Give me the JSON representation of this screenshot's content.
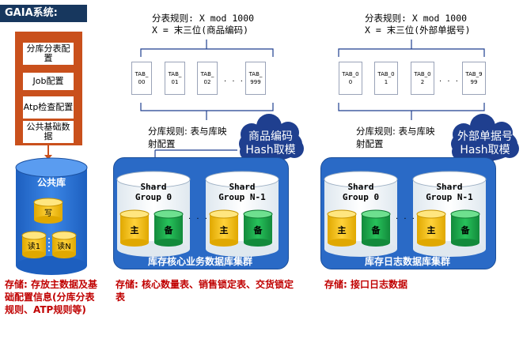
{
  "title": "GAIA系统:",
  "config_items": [
    "分库分表配置",
    "Job配置",
    "Atp检查配置",
    "公共基础数据"
  ],
  "public_db": {
    "label": "公共库",
    "write": "写",
    "read1": "读1",
    "readN": "读N"
  },
  "left": {
    "rule_line1": "分表规则: X mod 1000",
    "rule_line2": "X = 末三位(商品编码)",
    "tabs": [
      {
        "a": "TAB_",
        "b": "00"
      },
      {
        "a": "TAB_",
        "b": "01"
      },
      {
        "a": "TAB_",
        "b": "02"
      },
      {
        "a": "TAB_",
        "b": "999"
      }
    ],
    "map_rule_line1": "分库规则: 表与库映",
    "map_rule_line2": "射配置",
    "cloud_line1": "商品编码",
    "cloud_line2": "Hash取模",
    "shard0_line1": "Shard",
    "shard0_line2": "Group 0",
    "shardN_line1": "Shard",
    "shardN_line2": "Group N-1",
    "primary": "主",
    "backup": "备",
    "cluster_label": "库存核心业务数据库集群"
  },
  "right": {
    "rule_line1": "分表规则: X mod 1000",
    "rule_line2": "X = 末三位(外部单据号)",
    "tabs": [
      {
        "a": "TAB_0",
        "b": "0"
      },
      {
        "a": "TAB_0",
        "b": "1"
      },
      {
        "a": "TAB_0",
        "b": "2"
      },
      {
        "a": "TAB_9",
        "b": "99"
      }
    ],
    "map_rule_line1": "分库规则: 表与库映",
    "map_rule_line2": "射配置",
    "cloud_line1": "外部单据号",
    "cloud_line2": "Hash取模",
    "shard0_line1": "Shard",
    "shard0_line2": "Group 0",
    "shardN_line1": "Shard",
    "shardN_line2": "Group N-1",
    "primary": "主",
    "backup": "备",
    "cluster_label": "库存日志数据库集群"
  },
  "dots": "· · ·",
  "storage_public": "存储: 存放主数据及基础配置信息(分库分表规则、ATP规则等)",
  "storage_left": "存储: 核心数量表、销售锁定表、交货锁定表",
  "storage_right": "存储: 接口日志数据",
  "colors": {
    "title_bg": "#17375e",
    "config_bg": "#c9501c",
    "cluster": "#2a6ac6",
    "primary": "#f2c200",
    "backup": "#1aa64a",
    "storage_text": "#c00000",
    "cloud": "#1f3f8f"
  }
}
